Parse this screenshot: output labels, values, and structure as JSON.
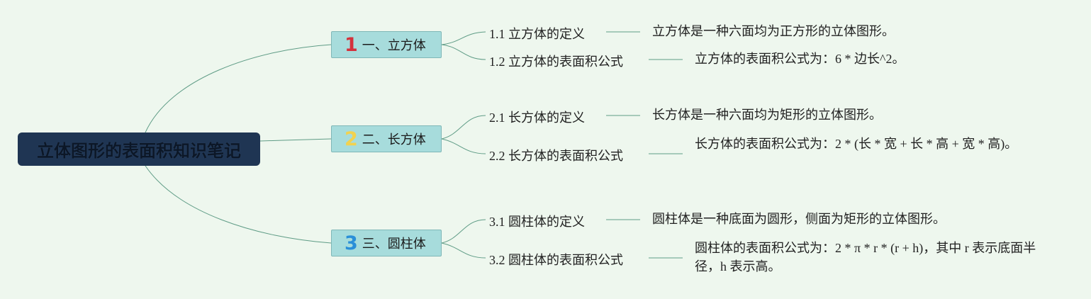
{
  "root": {
    "title": "立体图形的表面积知识笔记"
  },
  "colors": {
    "line": "#5f9c86",
    "num1": "#d4313c",
    "num2": "#f2d24f",
    "num3": "#2a8fd8"
  },
  "branches": [
    {
      "number": "1",
      "label": "一、立方体",
      "topics": [
        {
          "label": "1.1 立方体的定义",
          "note": "立方体是一种六面均为正方形的立体图形。"
        },
        {
          "label": "1.2 立方体的表面积公式",
          "note": "立方体的表面积公式为：6 * 边长^2。"
        }
      ]
    },
    {
      "number": "2",
      "label": "二、长方体",
      "topics": [
        {
          "label": "2.1 长方体的定义",
          "note": "长方体是一种六面均为矩形的立体图形。"
        },
        {
          "label": "2.2 长方体的表面积公式",
          "note": "长方体的表面积公式为：2 * (长 * 宽 + 长 * 高 + 宽 * 高)。"
        }
      ]
    },
    {
      "number": "3",
      "label": "三、圆柱体",
      "topics": [
        {
          "label": "3.1 圆柱体的定义",
          "note": "圆柱体是一种底面为圆形，侧面为矩形的立体图形。"
        },
        {
          "label": "3.2 圆柱体的表面积公式",
          "note": "圆柱体的表面积公式为：2 * π * r * (r + h)，其中 r 表示底面半径，h 表示高。"
        }
      ]
    }
  ]
}
